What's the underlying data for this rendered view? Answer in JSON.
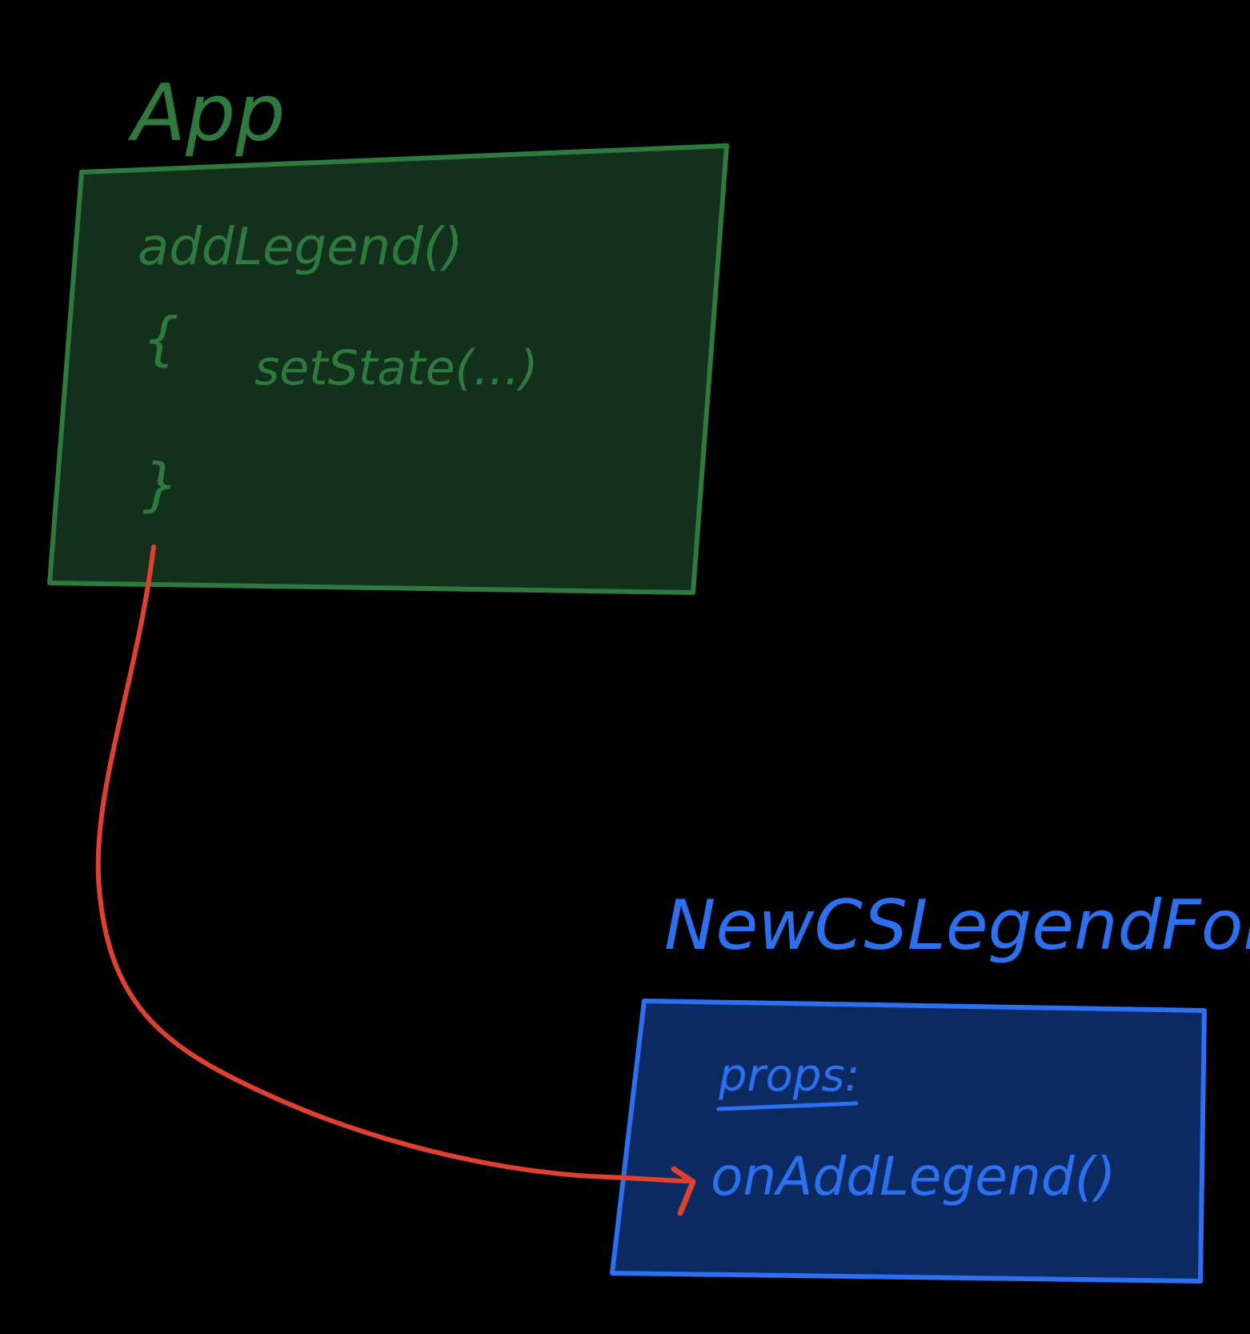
{
  "colors": {
    "background": "#000000",
    "app_fill": "#12301c",
    "app_stroke": "#2e7a3e",
    "app_text": "#2e7a3e",
    "form_fill": "#0b2a61",
    "form_stroke": "#2a70f0",
    "form_text": "#2a70f0",
    "arrow": "#e0402e"
  },
  "app": {
    "title": "App",
    "method": "addLegend()",
    "open_brace": "{",
    "body": "setState(...)",
    "close_brace": "}"
  },
  "form": {
    "title": "NewCSLegendForm",
    "props_label": "props:",
    "prop_item": "onAddLegend()"
  }
}
